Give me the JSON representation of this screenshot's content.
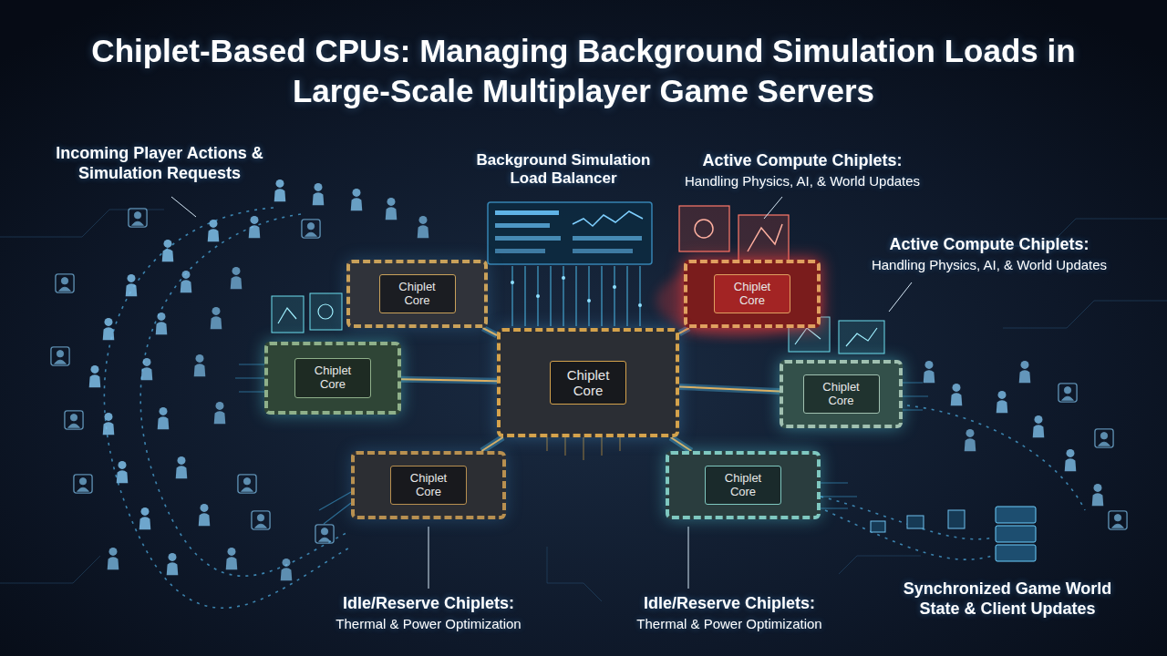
{
  "diagram": {
    "title": "Chiplet-Based CPUs: Managing Background Simulation Loads in Large-Scale Multiplayer Game Servers",
    "nodes": [
      {
        "text": [
          "Chiplet Core"
        ]
      },
      {
        "text": [
          "Chiplet Core"
        ]
      },
      {
        "text": [
          "Chiplet Core"
        ]
      },
      {
        "text": [
          "Chiplet Core"
        ]
      },
      {
        "text": [
          "Chiplet Core"
        ]
      },
      {
        "text": [
          "Chiplet Core"
        ]
      },
      {
        "text": [
          "Chiplet Core"
        ]
      }
    ],
    "edges": [
      {
        "from": 3,
        "to": 0,
        "arrow": "none"
      },
      {
        "from": 3,
        "to": 1,
        "arrow": "none"
      },
      {
        "from": 3,
        "to": 2,
        "arrow": "none"
      },
      {
        "from": 3,
        "to": 4,
        "arrow": "none"
      },
      {
        "from": 3,
        "to": 5,
        "arrow": "none"
      },
      {
        "from": 3,
        "to": 6,
        "arrow": "none"
      }
    ],
    "labels": [
      "Incoming Player Actions & Simulation Requests",
      "Background Simulation Load Balancer",
      "Active Compute Chiplets:",
      "Handling Physics, AI, & World Updates",
      "Active Compute Chiplets:",
      "Handling Physics, AI, & World Updates",
      "Idle/Reserve Chiplets:",
      "Thermal & Power Optimization",
      "Idle/Reserve Chiplets:",
      "Thermal & Power Optimization",
      "Synchronized Game World State & Client Updates"
    ]
  }
}
